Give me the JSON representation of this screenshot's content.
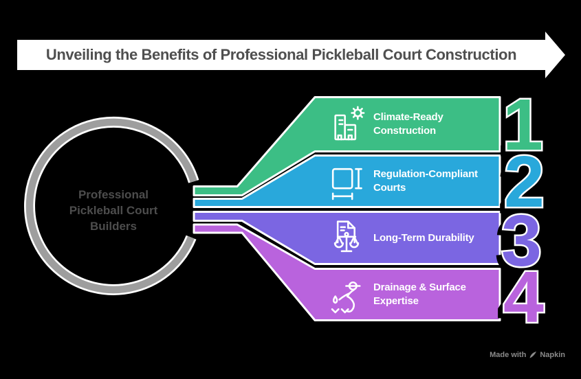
{
  "title": {
    "text": "Unveiling the Benefits of Professional Pickleball Court Construction",
    "text_color": "#4F4F4F",
    "banner_color": "#FFFFFF"
  },
  "hub": {
    "lines": [
      "Professional",
      "Pickleball Court",
      "Builders"
    ],
    "ring_color": "#9E9E9E",
    "text_color": "#4D4D4D"
  },
  "steps": [
    {
      "number": "1",
      "lines": [
        "Climate-Ready",
        "Construction"
      ],
      "color": "#3CBE85",
      "icon": "building-sun-icon"
    },
    {
      "number": "2",
      "lines": [
        "Regulation-Compliant",
        "Courts"
      ],
      "color": "#29A8DB",
      "icon": "square-dimensions-icon"
    },
    {
      "number": "3",
      "lines": [
        "Long-Term Durability"
      ],
      "color": "#7B66E2",
      "icon": "document-scales-icon"
    },
    {
      "number": "4",
      "lines": [
        "Drainage & Surface",
        "Expertise"
      ],
      "color": "#B963DD",
      "icon": "sweeping-person-icon"
    }
  ],
  "credit": {
    "made_with": "Made with",
    "brand": "Napkin"
  },
  "background_color": "#000000"
}
